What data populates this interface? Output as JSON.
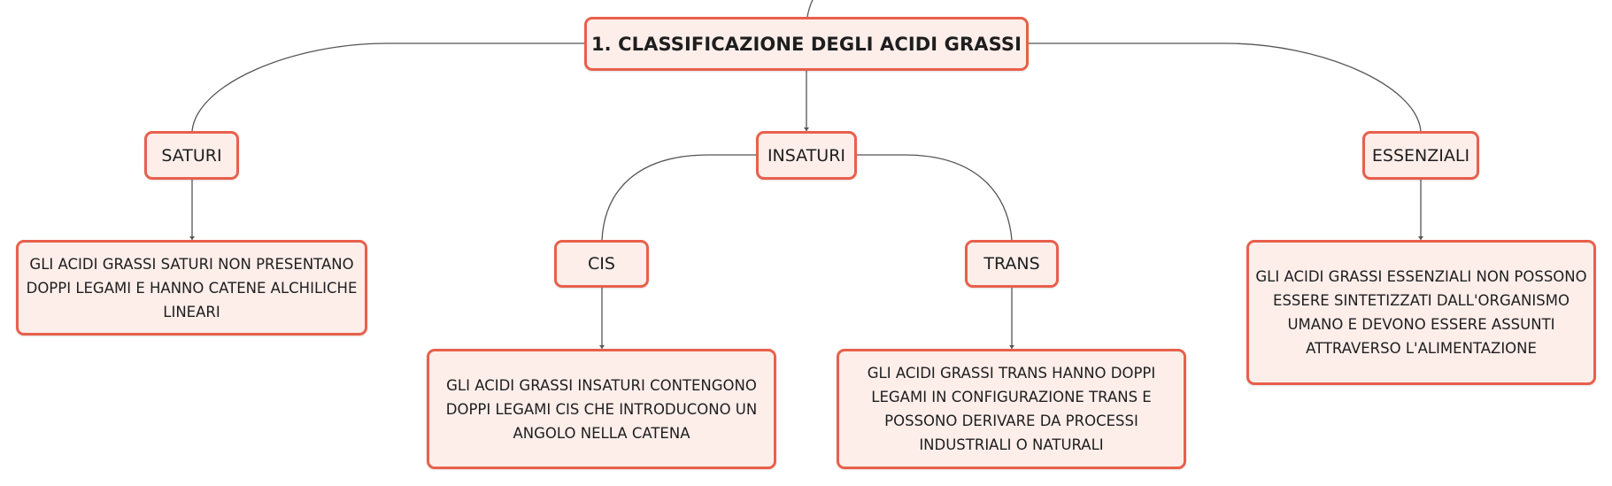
{
  "colors": {
    "node_border": "#e8604c",
    "node_fill": "#fdeeea",
    "connector": "#555555"
  },
  "root": {
    "label": "1. CLASSIFICAZIONE DEGLI ACIDI GRASSI"
  },
  "categories": {
    "saturi": {
      "label": "SATURI",
      "description": "GLI ACIDI GRASSI SATURI NON PRESENTANO DOPPI LEGAMI E HANNO CATENE ALCHILICHE LINEARI"
    },
    "insaturi": {
      "label": "INSATURI",
      "children": {
        "cis": {
          "label": "CIS",
          "description": "GLI ACIDI GRASSI INSATURI CONTENGONO DOPPI LEGAMI CIS CHE INTRODUCONO UN ANGOLO NELLA CATENA"
        },
        "trans": {
          "label": "TRANS",
          "description": "GLI ACIDI GRASSI TRANS HANNO DOPPI LEGAMI IN CONFIGURAZIONE TRANS E POSSONO DERIVARE DA PROCESSI INDUSTRIALI O NATURALI"
        }
      }
    },
    "essenziali": {
      "label": "ESSENZIALI",
      "description": "GLI ACIDI GRASSI ESSENZIALI NON POSSONO ESSERE SINTETIZZATI DALL'ORGANISMO UMANO E DEVONO ESSERE ASSUNTI ATTRAVERSO L'ALIMENTAZIONE"
    }
  }
}
